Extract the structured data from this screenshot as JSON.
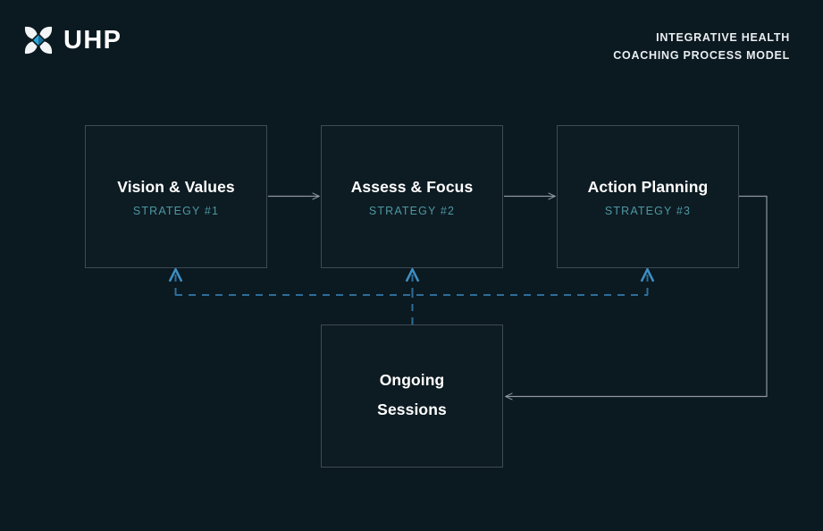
{
  "header": {
    "logo_icon": "uhp-butterfly-x-logo",
    "brand": "UHP",
    "title_line1": "INTEGRATIVE HEALTH",
    "title_line2": "COACHING PROCESS MODEL"
  },
  "theme": {
    "background": "#0b1920",
    "node_border": "#3e4a55",
    "title_color": "#ffffff",
    "accent_teal": "#4d98a4",
    "flow_arrow": "#8d979e",
    "feedback_dashed": "#2d6d99",
    "feedback_arrowhead": "#3e8fc4",
    "logo_diamond": "#2aa8d8"
  },
  "diagram": {
    "nodes": [
      {
        "id": "vision",
        "title": "Vision & Values",
        "subtitle": "STRATEGY #1"
      },
      {
        "id": "assess",
        "title": "Assess & Focus",
        "subtitle": "STRATEGY #2"
      },
      {
        "id": "action",
        "title": "Action Planning",
        "subtitle": "STRATEGY #3"
      },
      {
        "id": "ongoing",
        "title": "Ongoing\nSessions",
        "subtitle": ""
      }
    ],
    "edges": [
      {
        "from": "vision",
        "to": "assess",
        "style": "solid",
        "label": ""
      },
      {
        "from": "assess",
        "to": "action",
        "style": "solid",
        "label": ""
      },
      {
        "from": "action",
        "to": "ongoing",
        "style": "solid",
        "label": ""
      },
      {
        "from": "ongoing",
        "to": "vision",
        "style": "dashed",
        "label": ""
      },
      {
        "from": "ongoing",
        "to": "assess",
        "style": "dashed",
        "label": ""
      },
      {
        "from": "ongoing",
        "to": "action",
        "style": "dashed",
        "label": ""
      }
    ]
  }
}
